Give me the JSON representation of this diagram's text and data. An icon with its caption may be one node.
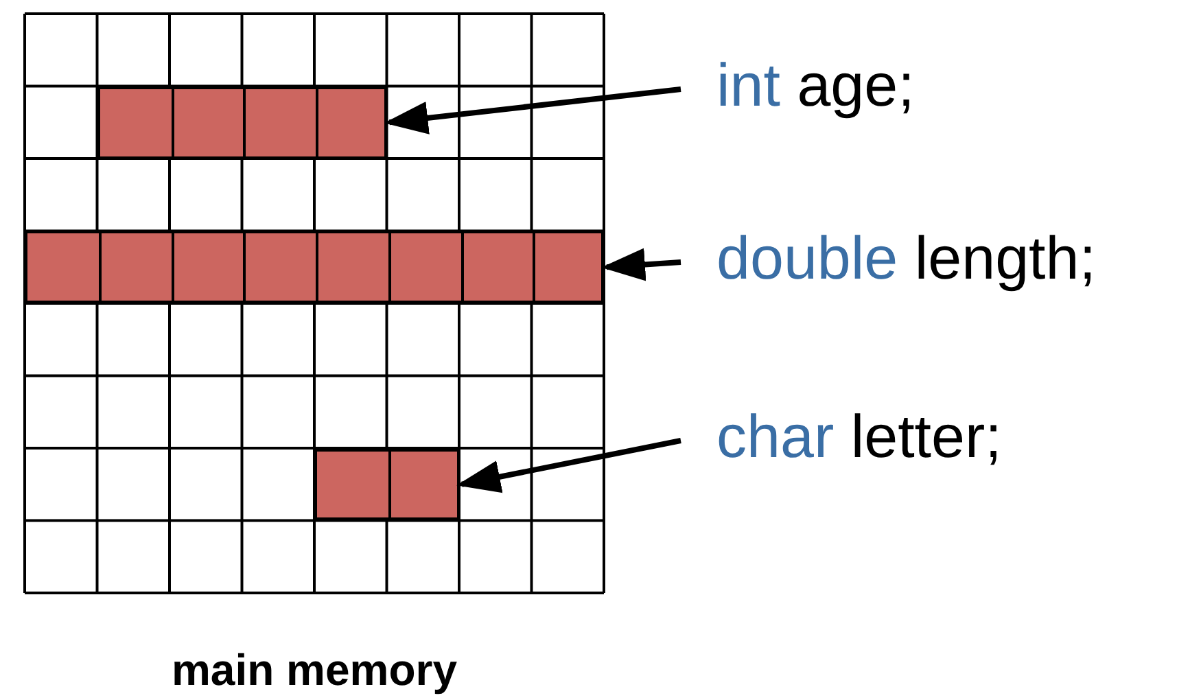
{
  "diagram": {
    "nodes": [
      {
        "text": [
          "main memory"
        ]
      },
      {
        "text": [],
        "shape": "bar",
        "in": 0
      },
      {
        "text": [],
        "shape": "bar",
        "in": 0
      },
      {
        "text": [],
        "shape": "bar",
        "in": 0
      },
      {
        "text": [
          "int age;"
        ]
      },
      {
        "text": [
          "double length;"
        ]
      },
      {
        "text": [
          "char letter;"
        ]
      }
    ],
    "edges": [
      {
        "from": 4,
        "to": 1,
        "arrow": "to"
      },
      {
        "from": 5,
        "to": 2,
        "arrow": "to"
      },
      {
        "from": 6,
        "to": 3,
        "arrow": "to"
      }
    ]
  }
}
